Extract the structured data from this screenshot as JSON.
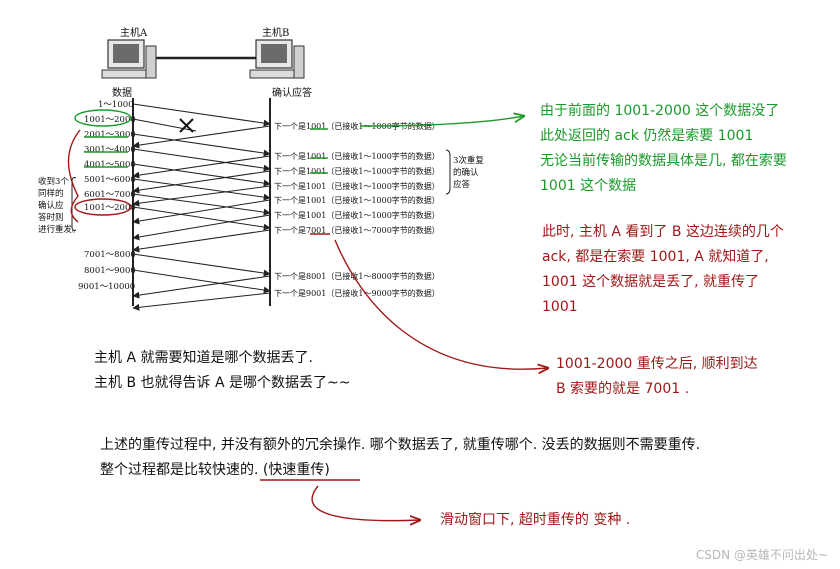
{
  "hosts": {
    "a_label": "主机A",
    "b_label": "主机B",
    "data_label": "数据",
    "ack_label": "确认应答"
  },
  "segments": [
    "1～1000",
    "1001～2000",
    "2001～3000",
    "3001～4000",
    "4001～5000",
    "5001～6000",
    "6001～7000",
    "1001～2000",
    "7001～8000",
    "8001～9000",
    "9001～10000"
  ],
  "acks": [
    "下一个是1001（已接收1～1000字节的数据）",
    "下一个是1001（已接收1～1000字节的数据）",
    "下一个是1001（已接收1～1000字节的数据）",
    "下一个是1001（已接收1～1000字节的数据）",
    "下一个是1001（已接收1～1000字节的数据）",
    "下一个是1001（已接收1～1000字节的数据）",
    "下一个是7001（已接收1～7000字节的数据）",
    "下一个是8001（已接收1～8000字节的数据）",
    "下一个是9001（已接收1～9000字节的数据）"
  ],
  "left_note": [
    "收到3个",
    "同样的",
    "确认应",
    "答时则",
    "进行重发。"
  ],
  "right_note": [
    "3次重复",
    "的确认",
    "应答"
  ],
  "green_note": [
    "由于前面的 1001-2000 这个数据没了",
    "此处返回的 ack 仍然是索要 1001",
    "无论当前传输的数据具体是几, 都在索要",
    "1001 这个数据"
  ],
  "red_note_1": [
    "此时, 主机 A 看到了 B 这边连续的几个",
    "ack, 都是在索要 1001, A 就知道了,",
    "1001 这个数据就是丢了, 就重传了",
    "1001"
  ],
  "red_note_2": [
    "1001-2000 重传之后, 顺利到达",
    "B 索要的就是 7001 ."
  ],
  "black_note_1": [
    "主机 A 就需要知道是哪个数据丢了.",
    "主机 B 也就得告诉 A 是哪个数据丢了~~"
  ],
  "black_note_2": [
    "上述的重传过程中, 并没有额外的冗余操作. 哪个数据丢了, 就重传哪个. 没丢的数据则不需要重传.",
    "整个过程都是比较快速的. (快速重传)"
  ],
  "red_note_3": "滑动窗口下, 超时重传的 变种 .",
  "watermark": "CSDN @英雄不问出处~",
  "colors": {
    "green": "#1a9a2a",
    "red": "#a01818",
    "line": "#222222"
  }
}
